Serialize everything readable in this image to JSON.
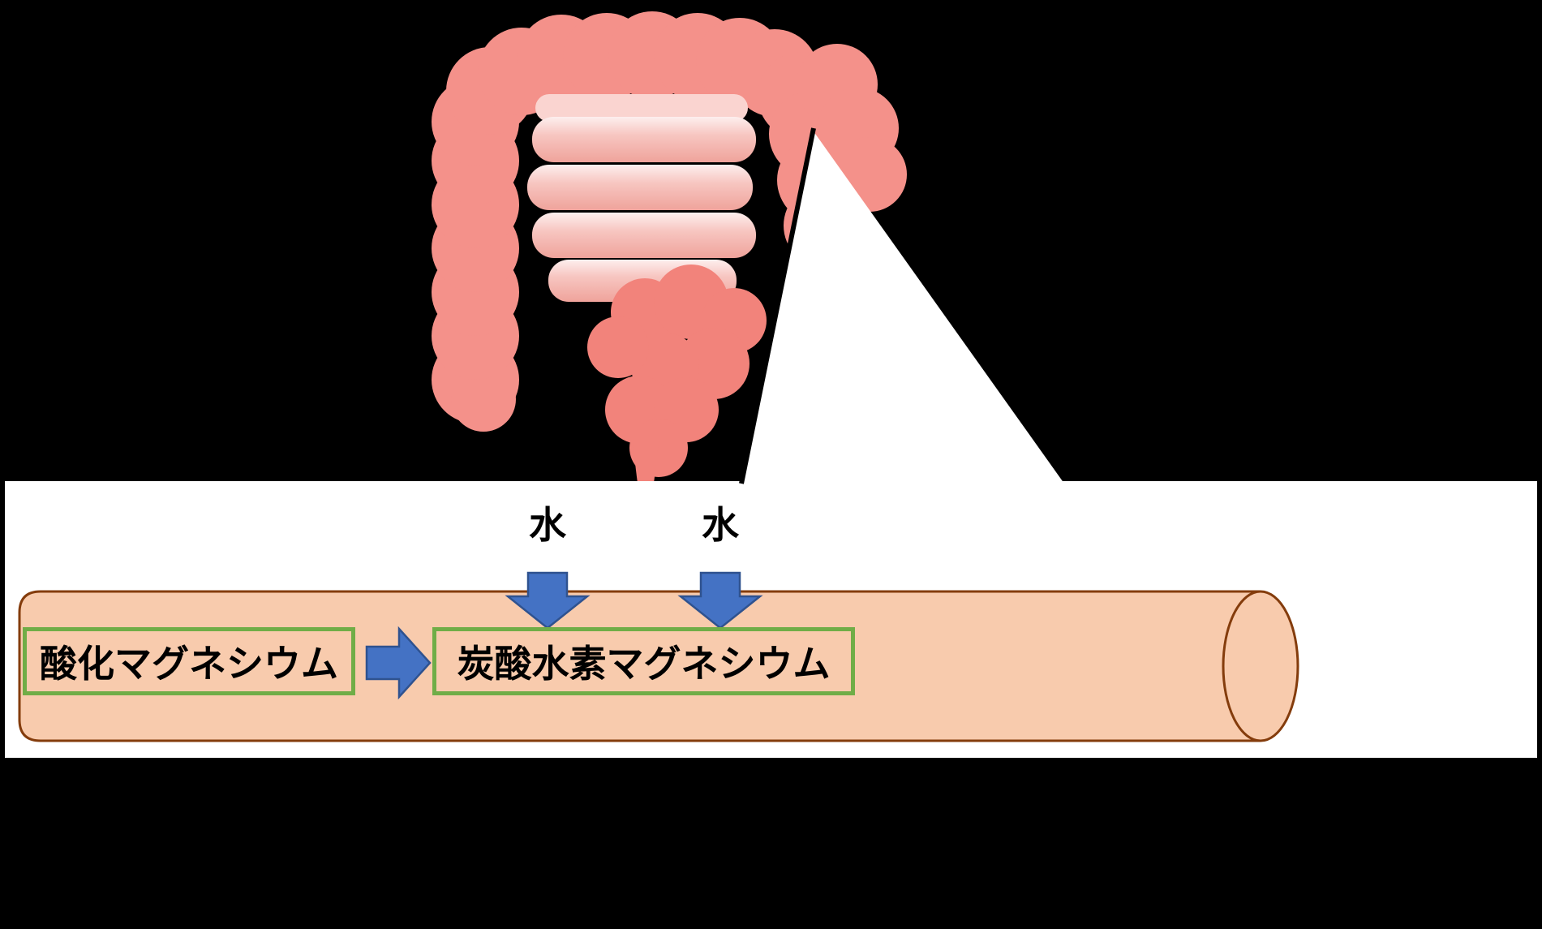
{
  "panel": {
    "background": "#FFFFFF",
    "water_label_1": "水",
    "water_label_2": "水",
    "reactant_box": {
      "label": "酸化マグネシウム",
      "border_color": "#70AD47",
      "fill": "#F8CBAD"
    },
    "product_box": {
      "label": "炭酸水素マグネシウム",
      "border_color": "#70AD47",
      "fill": "#F8CBAD"
    },
    "tube": {
      "fill": "#F8CBAD",
      "outline": "#843C0C"
    },
    "arrows": {
      "fill": "#4472C4",
      "outline": "#2F528F"
    }
  },
  "illustration": {
    "name": "large-and-small-intestine",
    "colors": {
      "colon": "#F4918A",
      "sigmoid": "#F2837B",
      "small_intestine_light": "#FDEFEE",
      "small_intestine_dark": "#EFA39B"
    },
    "background": "#000000",
    "callout": {
      "fill": "#FFFFFF",
      "edge": "#000000"
    }
  }
}
